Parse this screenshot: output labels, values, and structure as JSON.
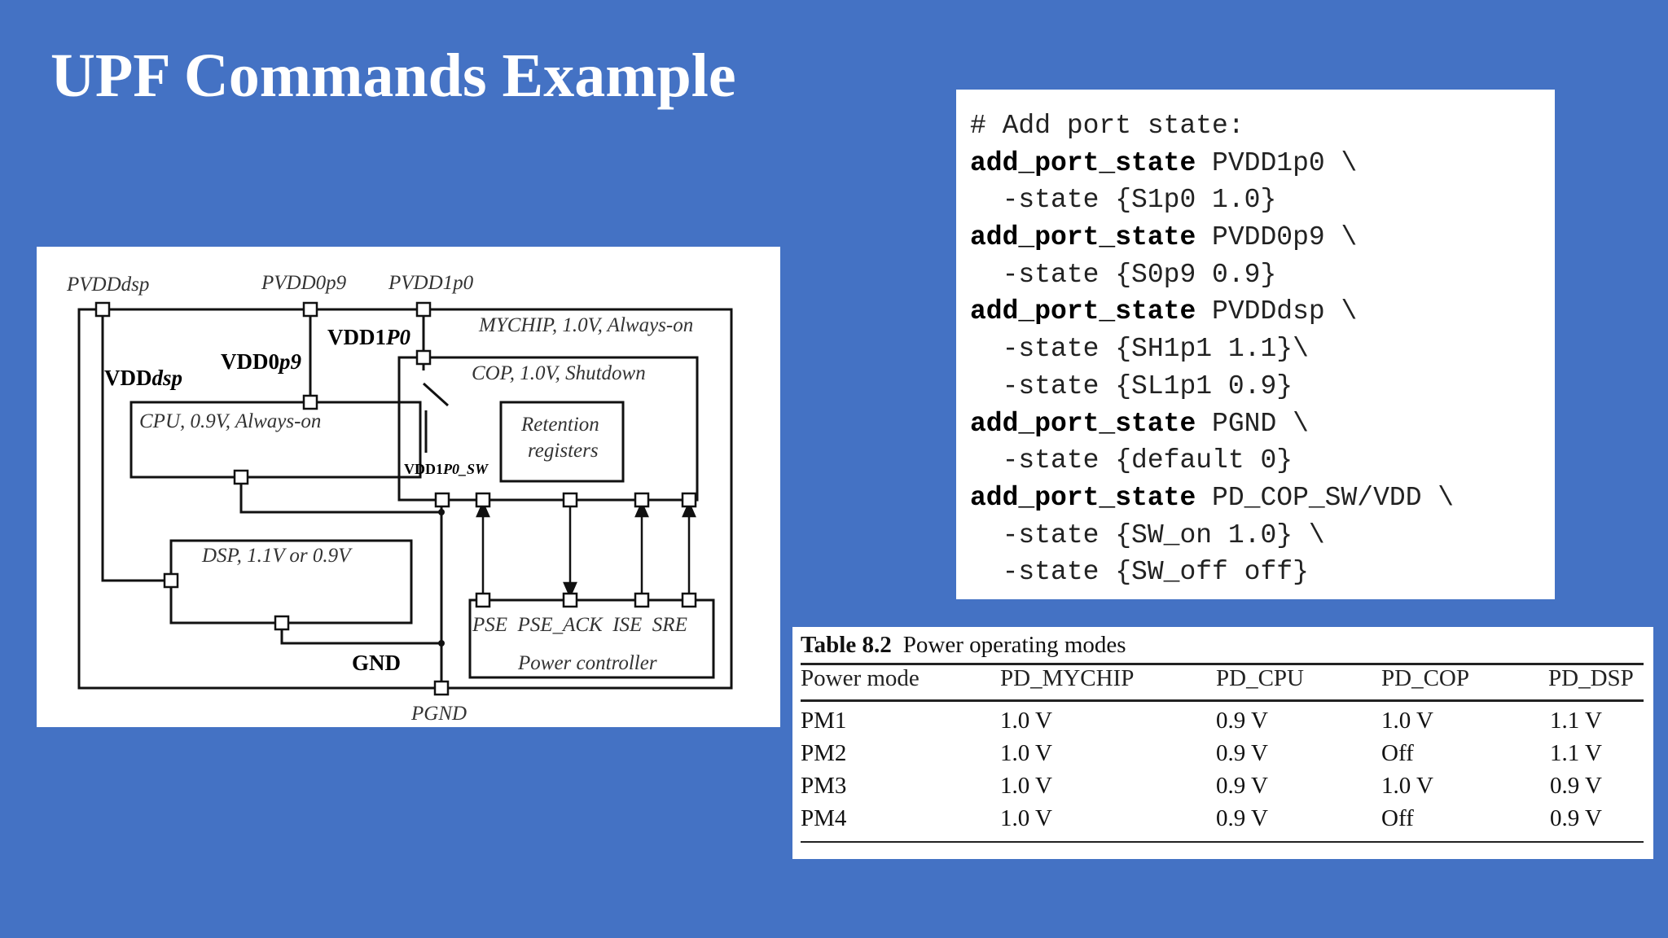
{
  "slide": {
    "title": "UPF Commands Example"
  },
  "diagram": {
    "supply_ports": {
      "pvdd_dsp": "PVDDdsp",
      "pvdd_0p9": "PVDD0p9",
      "pvdd_1p0": "PVDD1p0",
      "pgnd": "PGND"
    },
    "nets": {
      "vdd_dsp": {
        "base": "VDD",
        "suffix": "dsp"
      },
      "vdd_0p9": {
        "base": "VDD0",
        "suffix": "p9"
      },
      "vdd_1p0": {
        "base": "VDD1",
        "suffix": "P0"
      },
      "vdd_1p0_sw": {
        "base": "VDD1",
        "suffix": "P0_SW"
      },
      "gnd": "GND"
    },
    "blocks": {
      "mychip": "MYCHIP, 1.0V, Always-on",
      "cop": "COP, 1.0V, Shutdown",
      "cpu": "CPU, 0.9V, Always-on",
      "dsp": "DSP, 1.1V or 0.9V",
      "retention_line1": "Retention",
      "retention_line2": "registers",
      "power_controller": "Power controller",
      "pc_signals": "PSE  PSE_ACK  ISE  SRE"
    }
  },
  "code": {
    "lines": [
      {
        "kw": "",
        "rest": "# Add port state:"
      },
      {
        "kw": "add_port_state",
        "rest": " PVDD1p0 \\"
      },
      {
        "kw": "",
        "rest": "  -state {S1p0 1.0}"
      },
      {
        "kw": "add_port_state",
        "rest": " PVDD0p9 \\"
      },
      {
        "kw": "",
        "rest": "  -state {S0p9 0.9}"
      },
      {
        "kw": "add_port_state",
        "rest": " PVDDdsp \\"
      },
      {
        "kw": "",
        "rest": "  -state {SH1p1 1.1}\\"
      },
      {
        "kw": "",
        "rest": "  -state {SL1p1 0.9}"
      },
      {
        "kw": "add_port_state",
        "rest": " PGND \\"
      },
      {
        "kw": "",
        "rest": "  -state {default 0}"
      },
      {
        "kw": "add_port_state",
        "rest": " PD_COP_SW/VDD \\"
      },
      {
        "kw": "",
        "rest": "  -state {SW_on 1.0} \\"
      },
      {
        "kw": "",
        "rest": "  -state {SW_off off}"
      }
    ]
  },
  "table": {
    "caption_number": "Table 8.2",
    "caption_text": "Power operating modes",
    "columns": [
      "Power mode",
      "PD_MYCHIP",
      "PD_CPU",
      "PD_COP",
      "PD_DSP"
    ],
    "rows": [
      [
        "PM1",
        "1.0 V",
        "0.9 V",
        "1.0 V",
        "1.1 V"
      ],
      [
        "PM2",
        "1.0 V",
        "0.9 V",
        "Off",
        "1.1 V"
      ],
      [
        "PM3",
        "1.0 V",
        "0.9 V",
        "1.0 V",
        "0.9 V"
      ],
      [
        "PM4",
        "1.0 V",
        "0.9 V",
        "Off",
        "0.9 V"
      ]
    ]
  }
}
